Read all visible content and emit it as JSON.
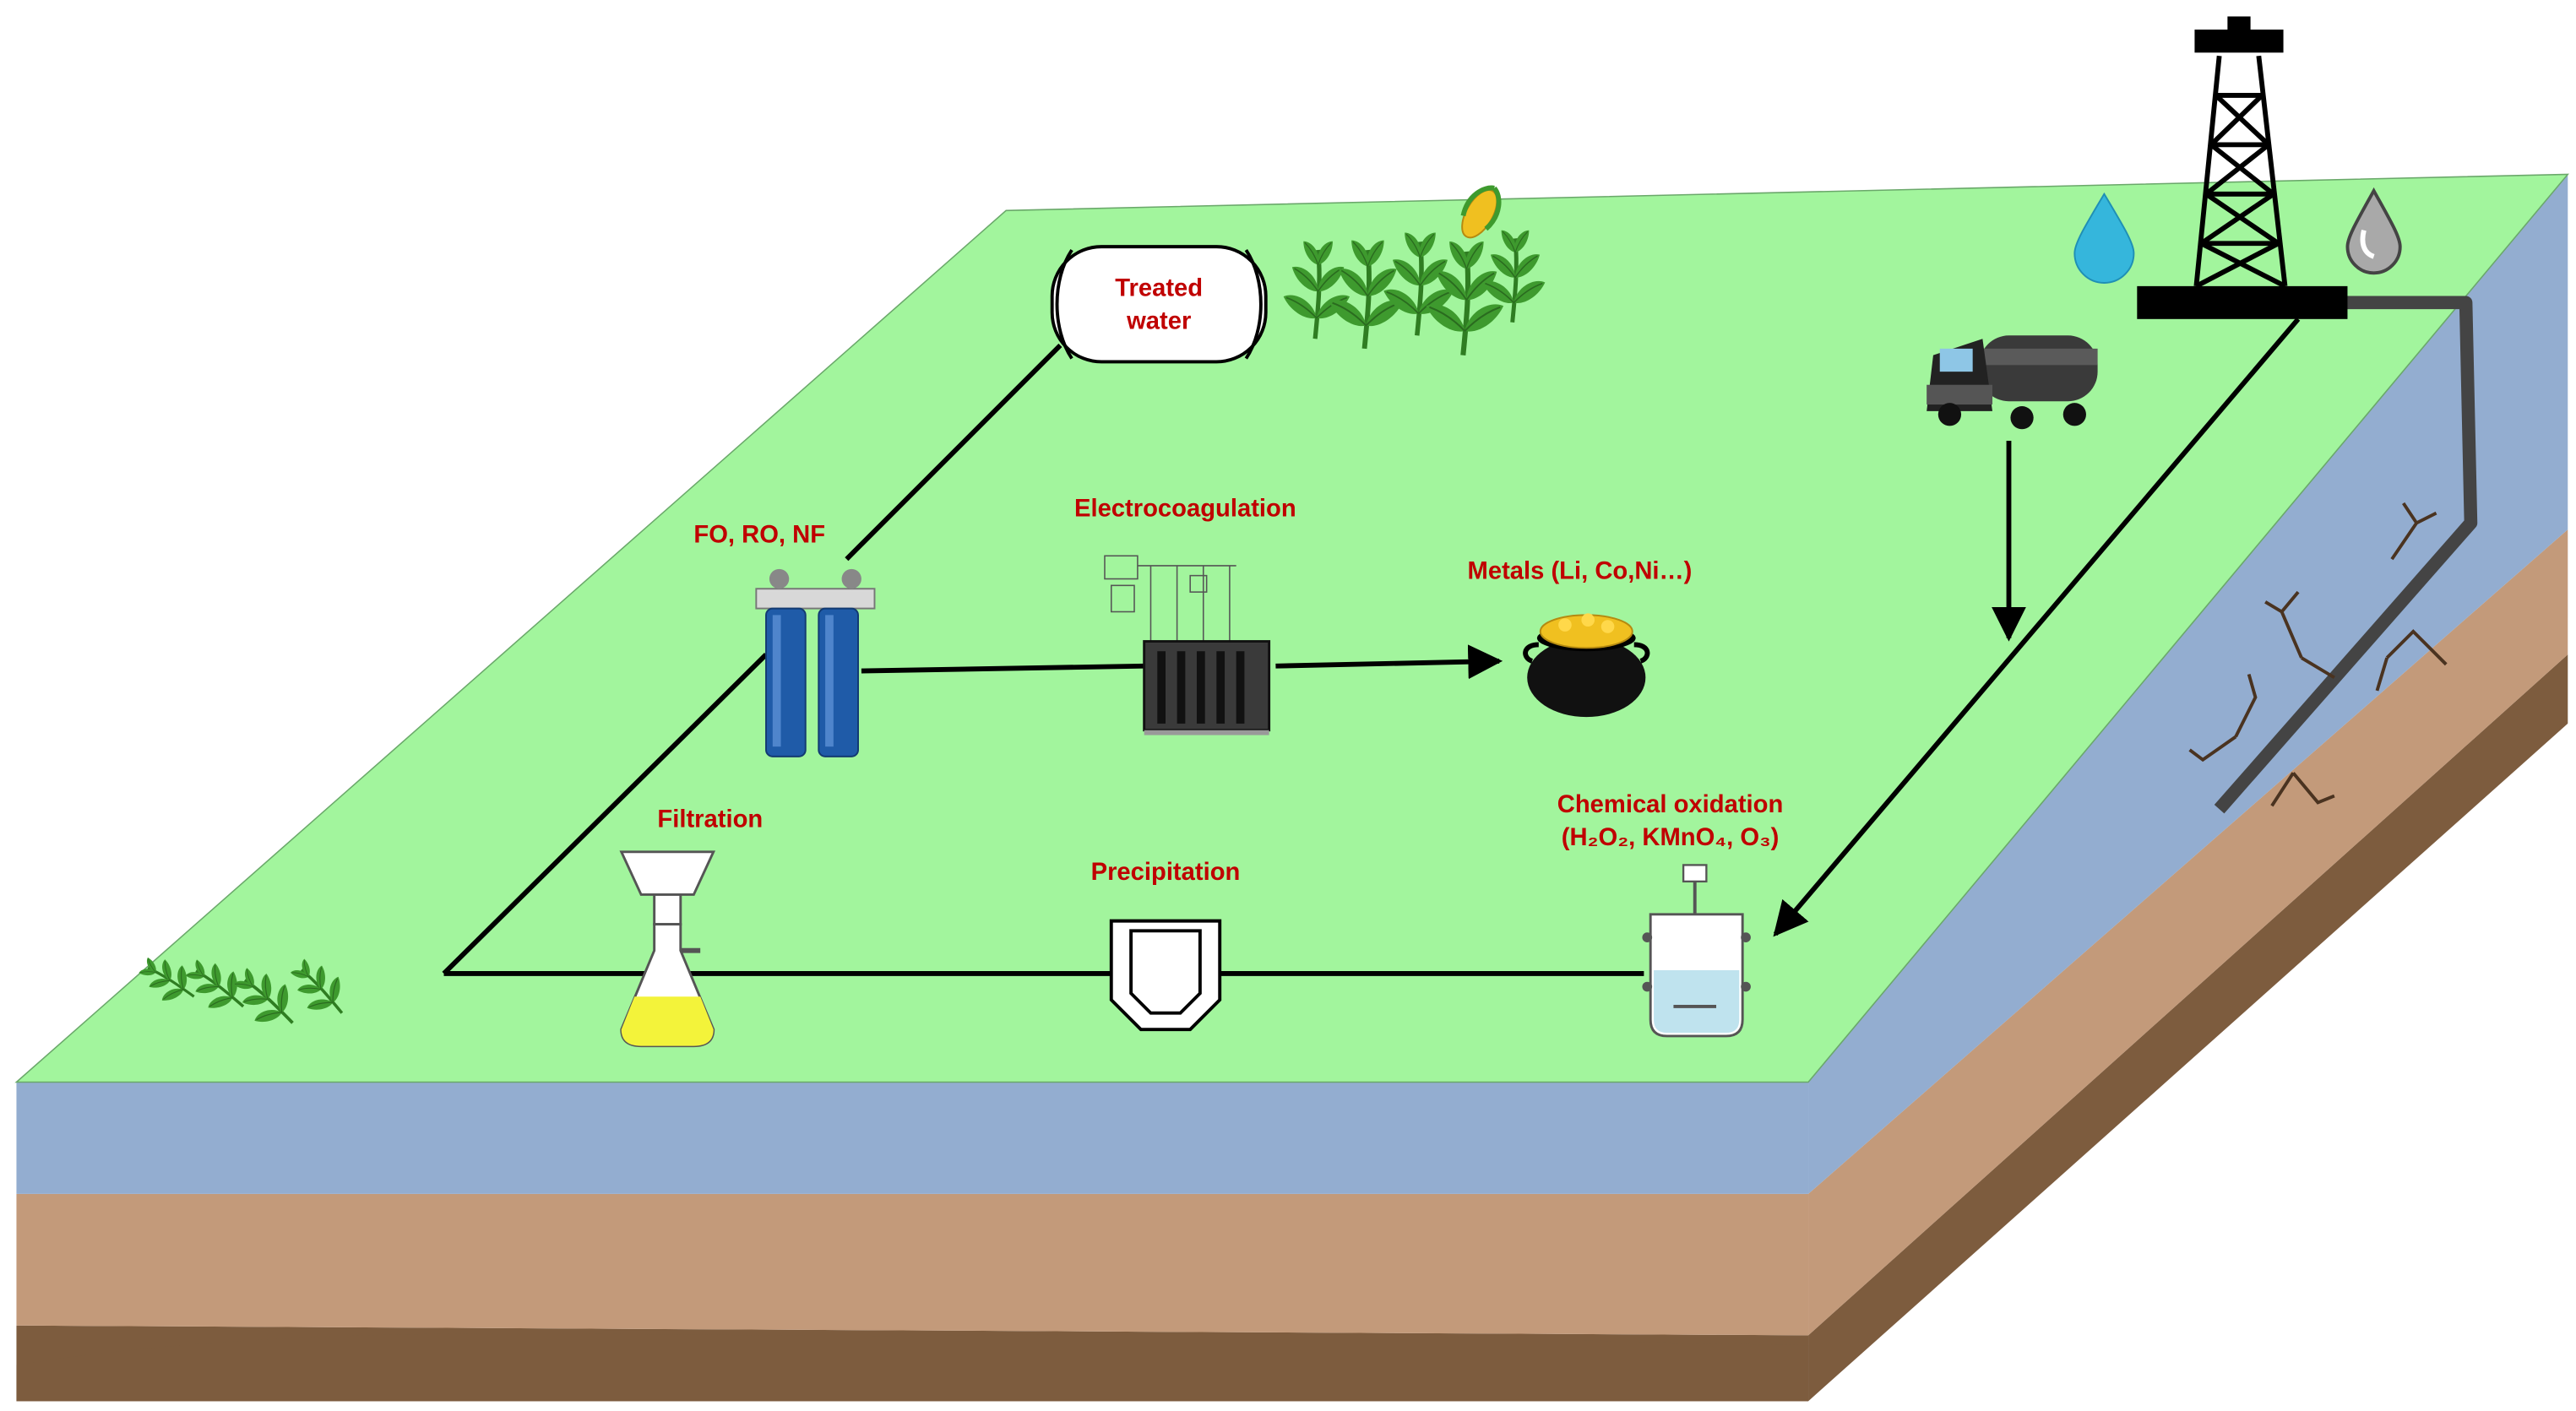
{
  "labels": {
    "treated_water_line1": "Treated",
    "treated_water_line2": "water",
    "membranes": "FO, RO, NF",
    "electrocoagulation": "Electrocoagulation",
    "metals": "Metals (Li, Co,Ni…)",
    "filtration": "Filtration",
    "precipitation": "Precipitation",
    "chemical_oxidation_line1": "Chemical oxidation",
    "chemical_oxidation_line2": "(H₂O₂, KMnO₄, O₃)"
  },
  "colors": {
    "ground_surface": "#a2f59d",
    "water_layer": "#93add0",
    "soil_layer": "#c39a7a",
    "deep_soil": "#7d5c3e",
    "label_text": "#c00000",
    "filter_blue": "#1f5ba8",
    "water_drop": "#35b6dc",
    "oil_drop": "#a9a9a9",
    "flask_liquid": "#f3f33a",
    "plant_green": "#3e9a2e",
    "gold": "#f0c020"
  },
  "icons": [
    "oil-derrick-icon",
    "water-drop-icon",
    "oil-drop-icon",
    "tanker-truck-icon",
    "membrane-filter-icon",
    "electrocoagulation-cell-icon",
    "gold-pot-icon",
    "filtration-flask-icon",
    "precipitation-tank-icon",
    "oxidation-reactor-icon",
    "plant-icon",
    "corn-icon"
  ]
}
